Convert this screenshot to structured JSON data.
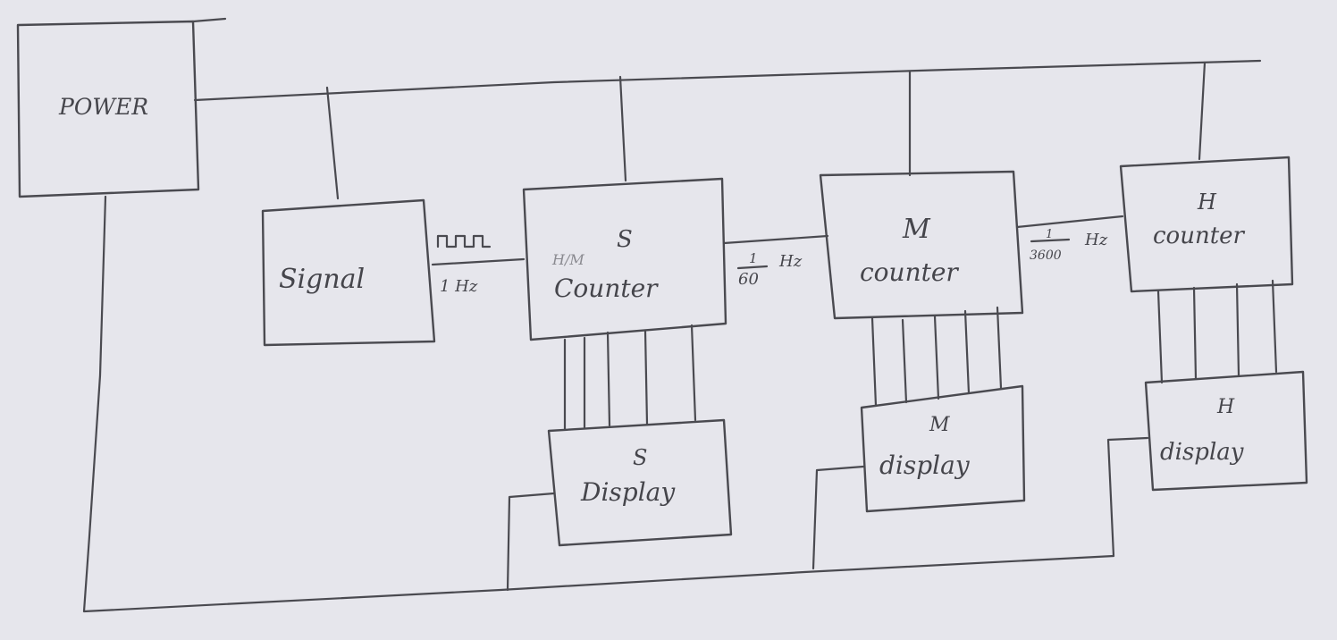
{
  "blocks": {
    "power": {
      "label": "POWER"
    },
    "signal": {
      "label": "Signal"
    },
    "s_counter": {
      "top": "S",
      "bottom": "Counter",
      "scribble": "H/M"
    },
    "m_counter": {
      "top": "M",
      "bottom": "counter"
    },
    "h_counter": {
      "top": "H",
      "bottom": "counter"
    },
    "s_display": {
      "top": "S",
      "bottom": "Display"
    },
    "m_display": {
      "top": "M",
      "bottom": "display"
    },
    "h_display": {
      "top": "H",
      "bottom": "display"
    }
  },
  "links": {
    "signal_to_s": {
      "freq": "1 Hz",
      "waveform": "square-wave-icon"
    },
    "s_to_m": {
      "numerator": "1",
      "denominator": "60",
      "unit": "Hz"
    },
    "m_to_h": {
      "numerator": "1",
      "denominator": "3600",
      "unit": "Hz"
    }
  }
}
